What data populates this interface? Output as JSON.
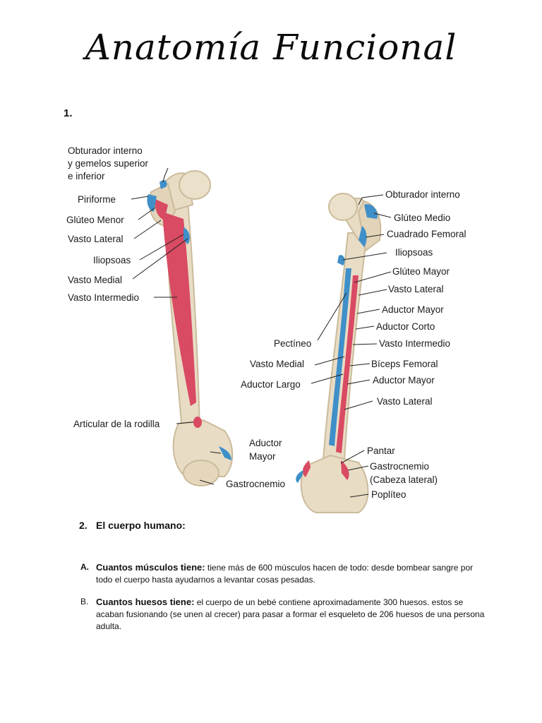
{
  "document": {
    "title": "Anatomía Funcional",
    "q1_number": "1.",
    "figure": {
      "left_labels": [
        "Obturador interno",
        "y gemelos superior",
        "e inferior",
        "Piriforme",
        "Glúteo Menor",
        "Vasto Lateral",
        "Iliopsoas",
        "Vasto Medial",
        "Vasto Intermedio",
        "Articular de la rodilla",
        "Aductor",
        "Mayor",
        "Gastrocnemio"
      ],
      "right_labels": [
        "Obturador interno",
        "Glúteo Medio",
        "Cuadrado Femoral",
        "Iliopsoas",
        "Glúteo Mayor",
        "Vasto Lateral",
        "Aductor Mayor",
        "Aductor Corto",
        "Pectíneo",
        "Vasto Intermedio",
        "Vasto Medial",
        "Bíceps Femoral",
        "Aductor Largo",
        "Aductor Mayor",
        "Vasto Lateral",
        "Pantar",
        "Gastrocnemio",
        "(Cabeza lateral)",
        "Poplíteo"
      ],
      "colors": {
        "bone": "#e8dcc4",
        "bone_shadow": "#cbbb9c",
        "muscle_origin": "#d94a63",
        "muscle_insertion": "#3f8fc9"
      }
    },
    "q2": {
      "number": "2.",
      "heading": "El cuerpo humano:"
    },
    "items": [
      {
        "marker": "A.",
        "question": "Cuantos músculos tiene:",
        "answer": " tiene más de 600 músculos hacen de todo: desde bombear sangre por todo el cuerpo hasta ayudarnos a levantar cosas pesadas."
      },
      {
        "marker": "B.",
        "question": "Cuantos huesos tiene:",
        "answer": " el cuerpo de un bebé contiene aproximadamente 300 huesos. estos se acaban fusionando (se unen al crecer) para pasar a formar el esqueleto de 206 huesos de una persona adulta."
      }
    ]
  }
}
